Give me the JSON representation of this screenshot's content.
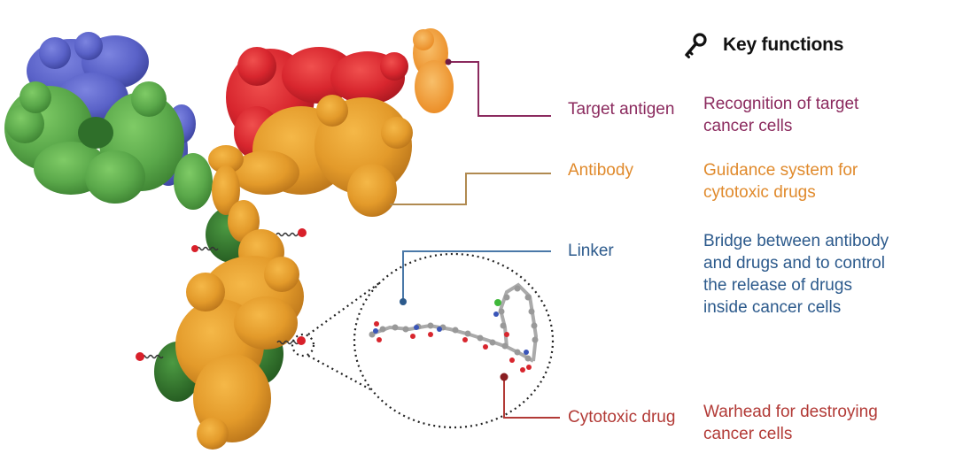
{
  "header": {
    "icon": "key-icon",
    "title": "Key functions"
  },
  "components": [
    {
      "id": "target-antigen",
      "label": "Target antigen",
      "description": [
        "Recognition of target",
        "cancer cells"
      ],
      "color": "#8b2a5e"
    },
    {
      "id": "antibody",
      "label": "Antibody",
      "description": [
        "Guidance system for",
        "cytotoxic drugs"
      ],
      "color": "#e08a2c"
    },
    {
      "id": "linker",
      "label": "Linker",
      "description": [
        "Bridge between antibody",
        "and drugs and to control",
        "the release of drugs",
        "inside cancer cells"
      ],
      "color": "#2c5a8c"
    },
    {
      "id": "cytotoxic-drug",
      "label": "Cytotoxic drug",
      "description": [
        "Warhead for destroying",
        "cancer cells"
      ],
      "color": "#b23a36"
    }
  ],
  "palette": {
    "heavy_chain_orange": "#e39a2a",
    "antigen_red": "#d8262e",
    "light_chain_green": "#5aa84a",
    "dark_green": "#2f6f2a",
    "blue_domain": "#5a62c8",
    "antigen_orange": "#f0992e",
    "antibody_leader": "#b08a50",
    "drug_star": "#d8202a"
  }
}
